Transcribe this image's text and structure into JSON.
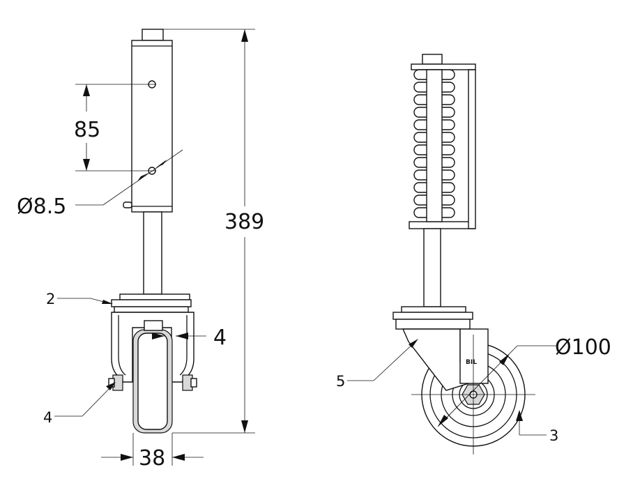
{
  "dimensions": {
    "height_total": "389",
    "hole_spacing": "85",
    "hole_diameter": "Ø8.5",
    "wheel_width": "38",
    "bracket_thickness": "4",
    "wheel_diameter": "Ø100"
  },
  "callouts": {
    "c2": "2",
    "c4": "4",
    "c5": "5",
    "c3": "3"
  },
  "marking": "BIL"
}
